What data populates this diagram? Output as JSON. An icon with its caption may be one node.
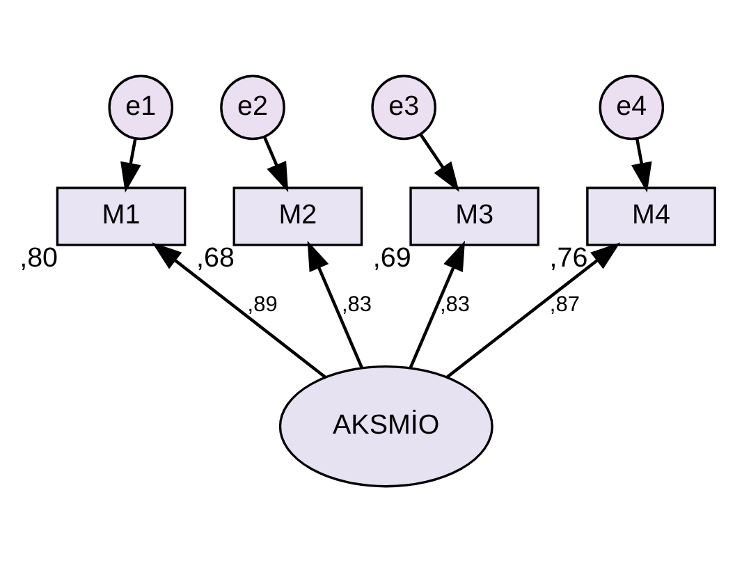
{
  "diagram": {
    "nodes": [
      {
        "text": [
          "e1"
        ]
      },
      {
        "text": [
          "e2"
        ]
      },
      {
        "text": [
          "e3"
        ]
      },
      {
        "text": [
          "e4"
        ]
      },
      {
        "text": [
          "M1"
        ],
        "beside": [
          ",80"
        ]
      },
      {
        "text": [
          "M2"
        ],
        "beside": [
          ",68"
        ]
      },
      {
        "text": [
          "M3"
        ],
        "beside": [
          ",69"
        ]
      },
      {
        "text": [
          "M4"
        ],
        "beside": [
          ",76"
        ]
      },
      {
        "text": [
          "AKSMİO"
        ]
      }
    ],
    "edges": [
      {
        "from": 0,
        "to": 4,
        "arrow": "to"
      },
      {
        "from": 1,
        "to": 5,
        "arrow": "to"
      },
      {
        "from": 2,
        "to": 6,
        "arrow": "to"
      },
      {
        "from": 3,
        "to": 7,
        "arrow": "to"
      },
      {
        "from": 8,
        "to": 4,
        "arrow": "to",
        "label": ",89"
      },
      {
        "from": 8,
        "to": 5,
        "arrow": "to",
        "label": ",83"
      },
      {
        "from": 8,
        "to": 6,
        "arrow": "to",
        "label": ",83"
      },
      {
        "from": 8,
        "to": 7,
        "arrow": "to",
        "label": ",87"
      }
    ]
  }
}
